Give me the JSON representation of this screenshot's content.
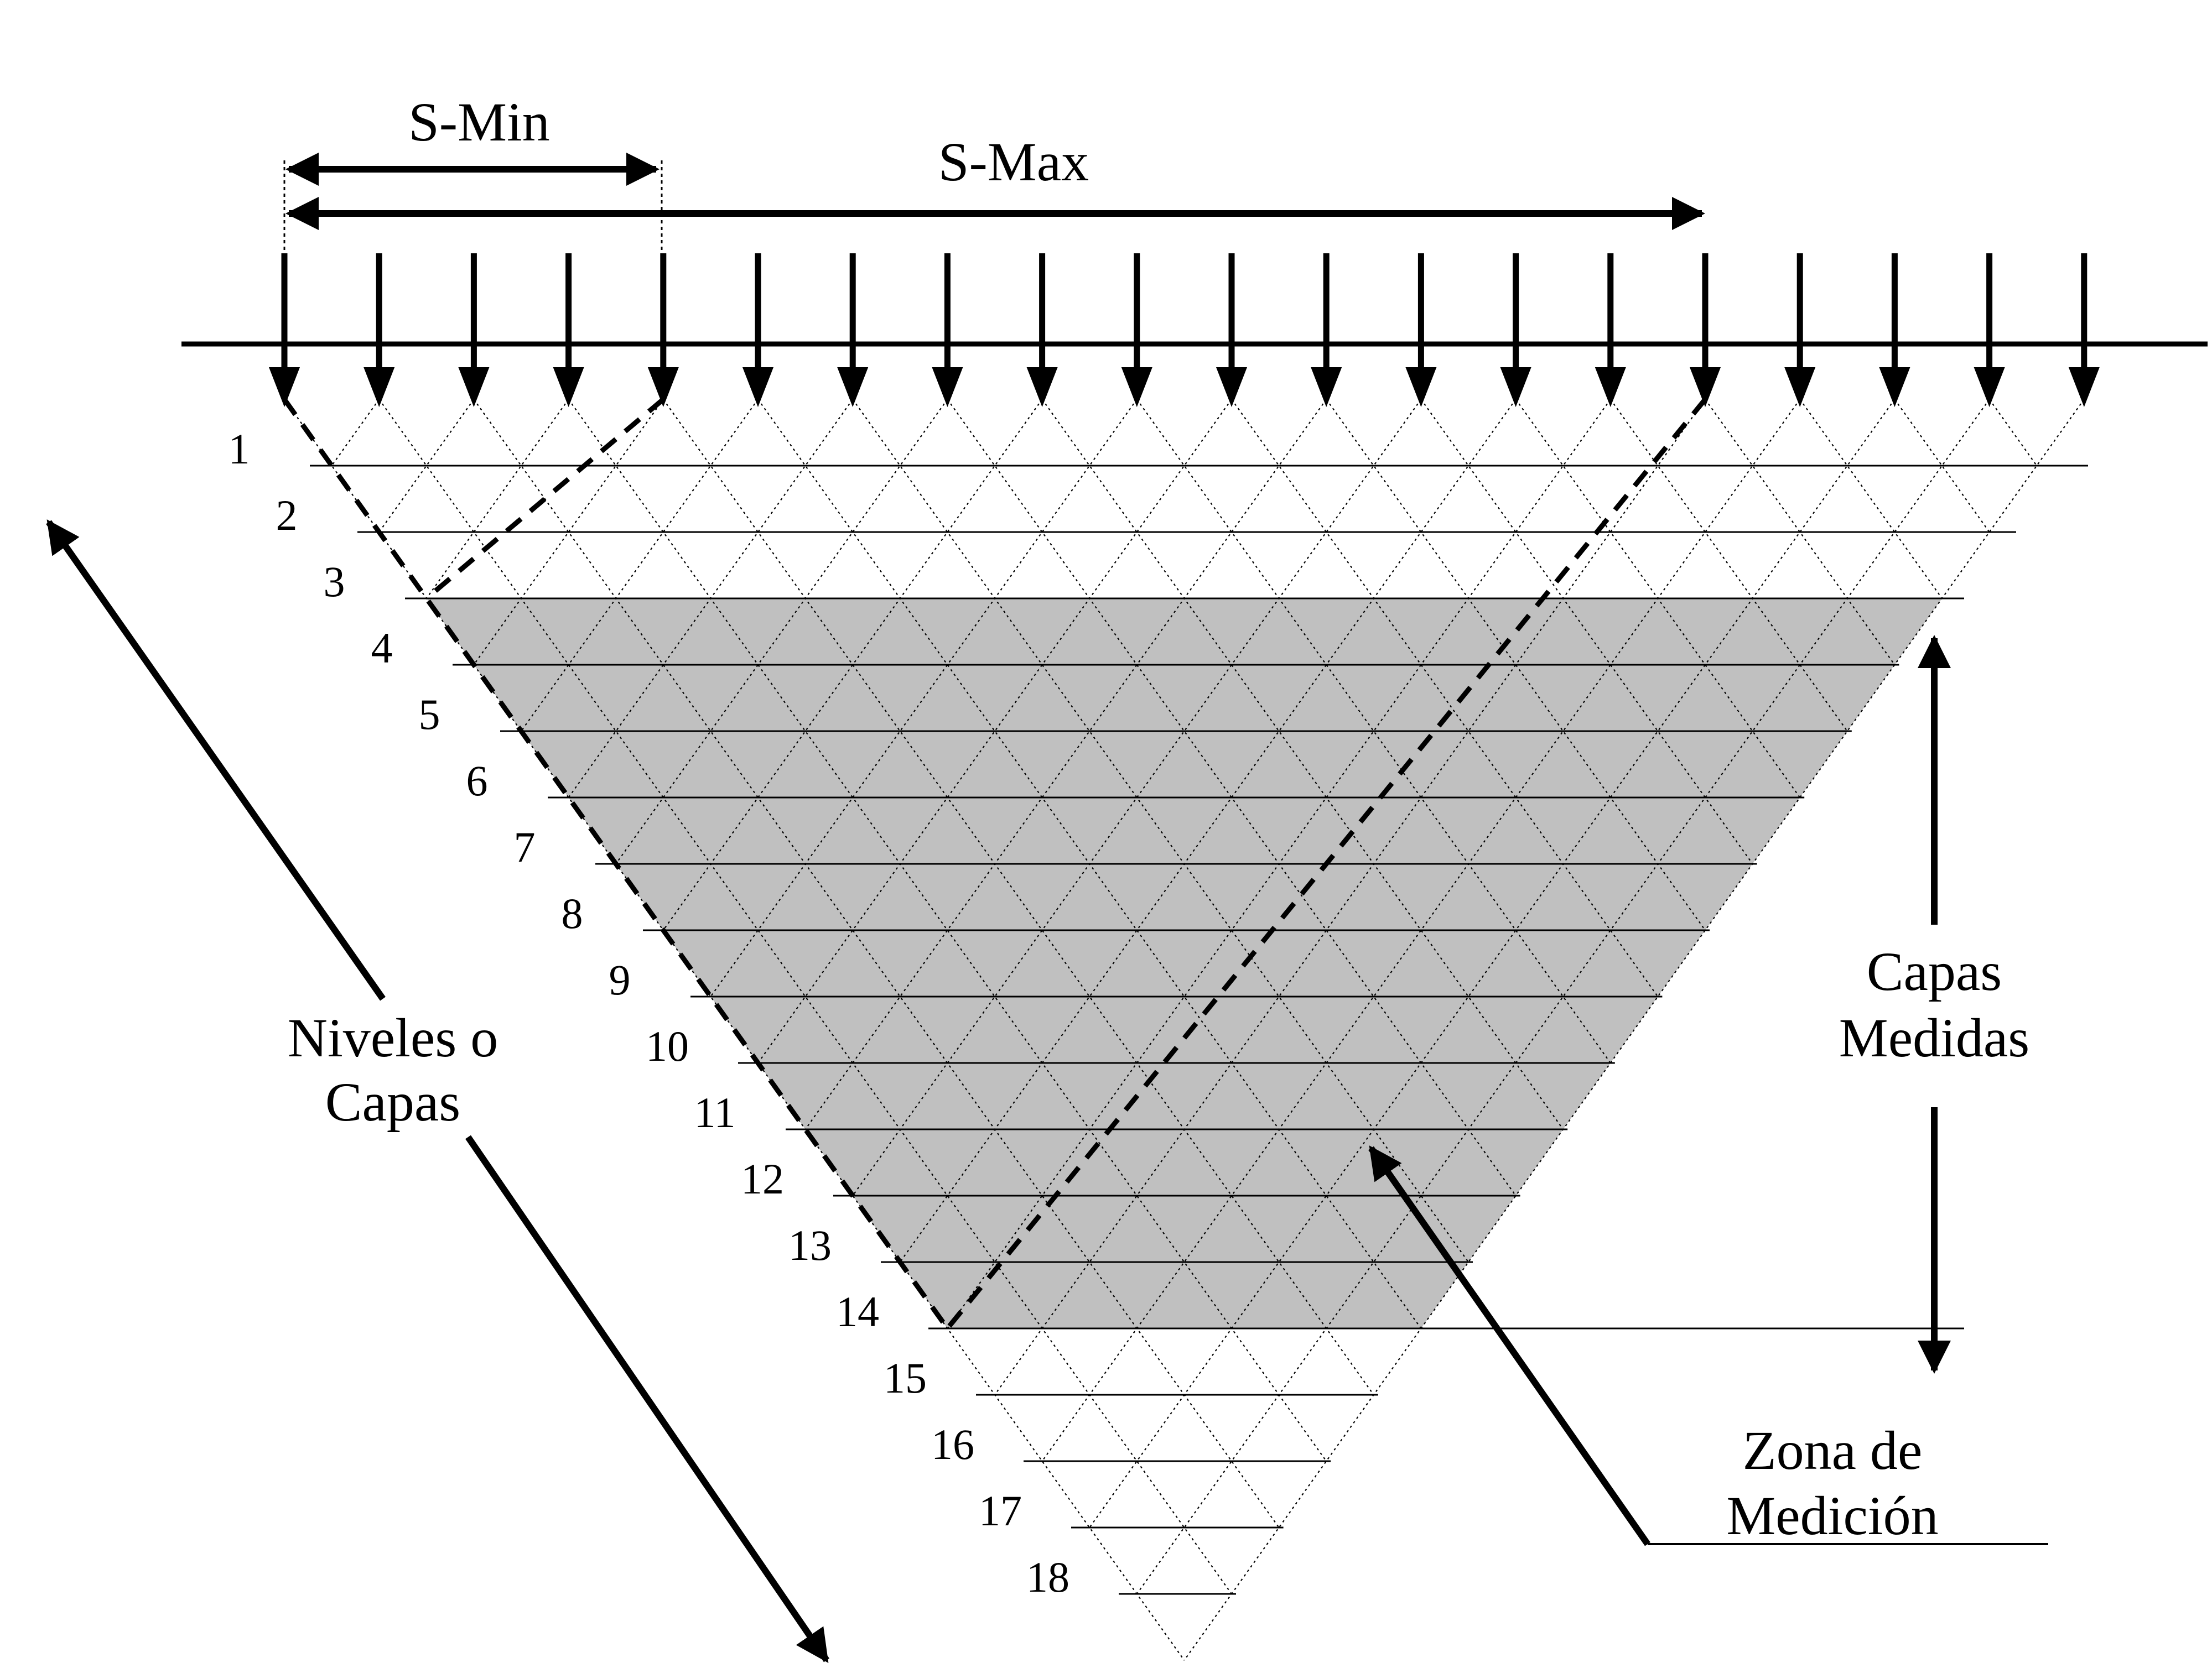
{
  "labels": {
    "s_min": "S-Min",
    "s_max": "S-Max",
    "levels_line1": "Niveles o",
    "levels_line2": "Capas",
    "measured_line1": "Capas",
    "measured_line2": "Medidas",
    "zone_line1": "Zona de",
    "zone_line2": "Medición"
  },
  "electrode_count": 20,
  "level_numbers": [
    "1",
    "2",
    "3",
    "4",
    "5",
    "6",
    "7",
    "8",
    "9",
    "10",
    "11",
    "12",
    "13",
    "14",
    "15",
    "16",
    "17",
    "18"
  ],
  "measured_layers": {
    "first": 3,
    "last": 14
  },
  "colors": {
    "ink": "#000000",
    "zone_fill": "#c0c0c0",
    "background": "#ffffff"
  }
}
